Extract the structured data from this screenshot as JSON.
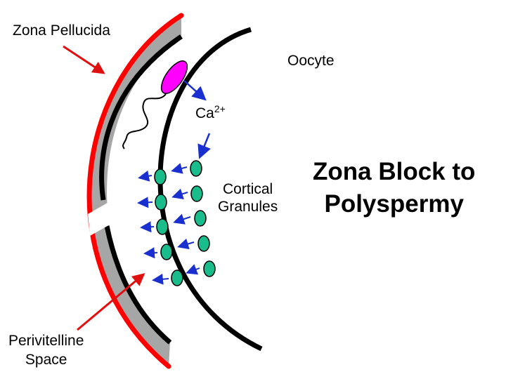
{
  "labels": {
    "zona_pellucida": "Zona Pellucida",
    "oocyte": "Oocyte",
    "calcium_base": "Ca",
    "calcium_charge": "2+",
    "cortical_granules_line1": "Cortical",
    "cortical_granules_line2": "Granules",
    "perivitelline_line1": "Perivitelline",
    "perivitelline_line2": "Space"
  },
  "title": {
    "line1": "Zona Block to",
    "line2": "Polyspermy"
  },
  "colors": {
    "zona_outline": "#ff0000",
    "zona_fill": "#a6a6a6",
    "membrane": "#000000",
    "sperm_head": "#ff00ff",
    "granule": "#1abc8c",
    "arrow_blue": "#1a2fd0",
    "arrow_red": "#e01010"
  }
}
